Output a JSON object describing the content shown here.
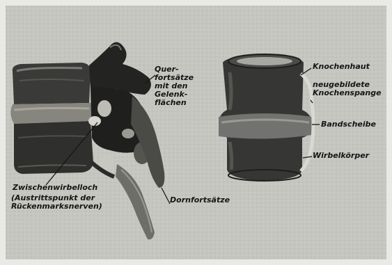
{
  "labels": {
    "querfortsaetze": "Quer-\nfortsätze\nmit den\nGelenk-\nflächen",
    "zwischenwirbelloch": "Zwischenwirbelloch",
    "austrittspunkt": "(Austrittspunkt der\nRückenmarksnerven)",
    "dornfortsaetze": "Dornfortsätze",
    "knochenhaut": "Knochenhaut",
    "knochenspange": "neugebildete\nKnochenspange",
    "bandscheibe": "Bandscheibe",
    "wirbelkoerper": "Wirbelkörper"
  }
}
